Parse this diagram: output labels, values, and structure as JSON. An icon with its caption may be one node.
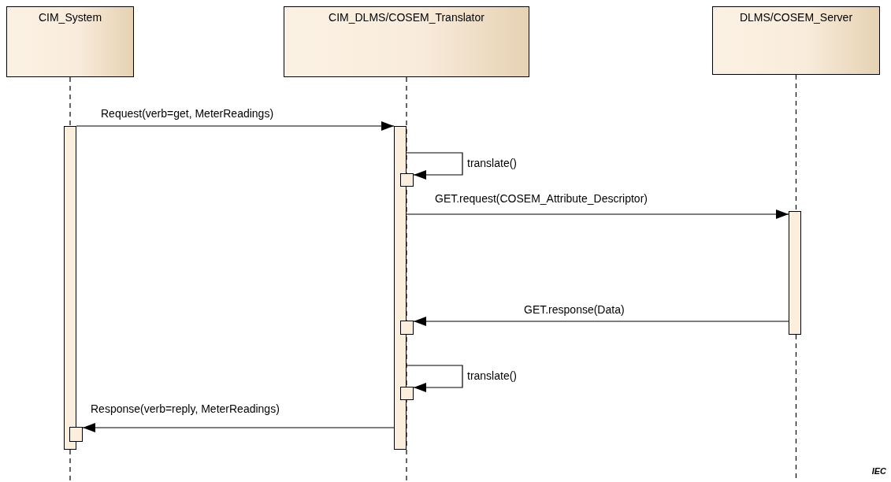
{
  "diagram": {
    "nodes": [
      {
        "text": [
          "CIM_System"
        ]
      },
      {
        "text": [
          "CIM_DLMS/COSEM_Translator"
        ]
      },
      {
        "text": [
          "DLMS/COSEM_Server"
        ]
      },
      {
        "text": [],
        "shape": "bar"
      },
      {
        "text": [],
        "shape": "bar"
      },
      {
        "text": [],
        "shape": "bar"
      },
      {
        "text": [],
        "shape": "box"
      },
      {
        "text": [],
        "shape": "box"
      },
      {
        "text": [],
        "shape": "box"
      },
      {
        "text": [],
        "shape": "box"
      }
    ],
    "edges": [
      {
        "from": 0,
        "to": null,
        "arrow": "none",
        "style": "dashed"
      },
      {
        "from": 1,
        "to": null,
        "arrow": "none",
        "style": "dashed"
      },
      {
        "from": 2,
        "to": null,
        "arrow": "none",
        "style": "dashed"
      },
      {
        "from": 3,
        "to": 4,
        "arrow": "to",
        "label": "Request(verb=get, MeterReadings)"
      },
      {
        "from": 4,
        "to": 6,
        "arrow": "to",
        "label": "translate()"
      },
      {
        "from": 4,
        "to": 5,
        "arrow": "to",
        "label": "GET.request(COSEM_Attribute_Descriptor)"
      },
      {
        "from": 5,
        "to": 7,
        "arrow": "to",
        "label": "GET.response(Data)"
      },
      {
        "from": 4,
        "to": 8,
        "arrow": "to",
        "label": "translate()"
      },
      {
        "from": 4,
        "to": 9,
        "arrow": "to",
        "label": "Response(verb=reply, MeterReadings)"
      }
    ],
    "labels": [
      "IEC"
    ]
  }
}
